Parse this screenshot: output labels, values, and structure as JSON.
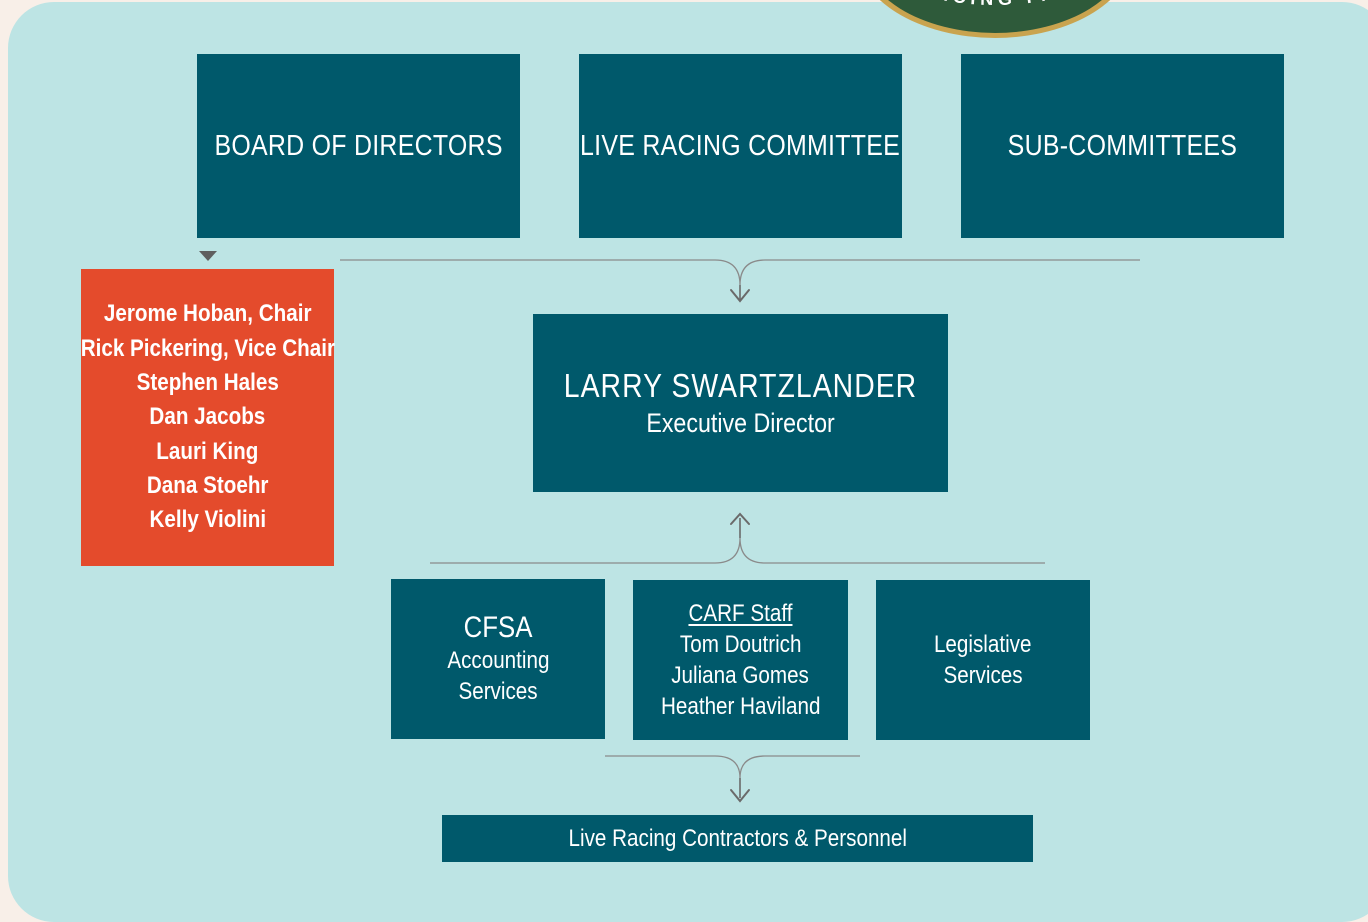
{
  "logo": {
    "text": "RACING FAIR",
    "colors": {
      "ring": "#2e5a3a",
      "gold": "#c9a34e",
      "text": "#ffffff"
    }
  },
  "top_boxes": [
    {
      "label": "BOARD OF DIRECTORS"
    },
    {
      "label": "LIVE RACING COMMITTEE"
    },
    {
      "label": "SUB-COMMITTEES"
    }
  ],
  "board_members": [
    "Jerome Hoban, Chair",
    "Rick Pickering, Vice Chair",
    "Stephen Hales",
    "Dan Jacobs",
    "Lauri King",
    "Dana Stoehr",
    "Kelly Violini"
  ],
  "executive": {
    "name": "LARRY SWARTZLANDER",
    "title": "Executive Director"
  },
  "support": {
    "cfsa": {
      "heading": "CFSA",
      "lines": [
        "Accounting",
        "Services"
      ]
    },
    "staff": {
      "heading": "CARF Staff",
      "lines": [
        "Tom Doutrich",
        "Juliana Gomes",
        "Heather Haviland"
      ]
    },
    "legislative": {
      "lines": [
        "Legislative",
        "Services"
      ]
    }
  },
  "contractors": {
    "label": "Live Racing Contractors & Personnel"
  },
  "colors": {
    "box": "#00596b",
    "highlight": "#e44b2c",
    "panel": "#bde4e4",
    "page": "#f8efe8",
    "connector": "#6a6a6a"
  }
}
